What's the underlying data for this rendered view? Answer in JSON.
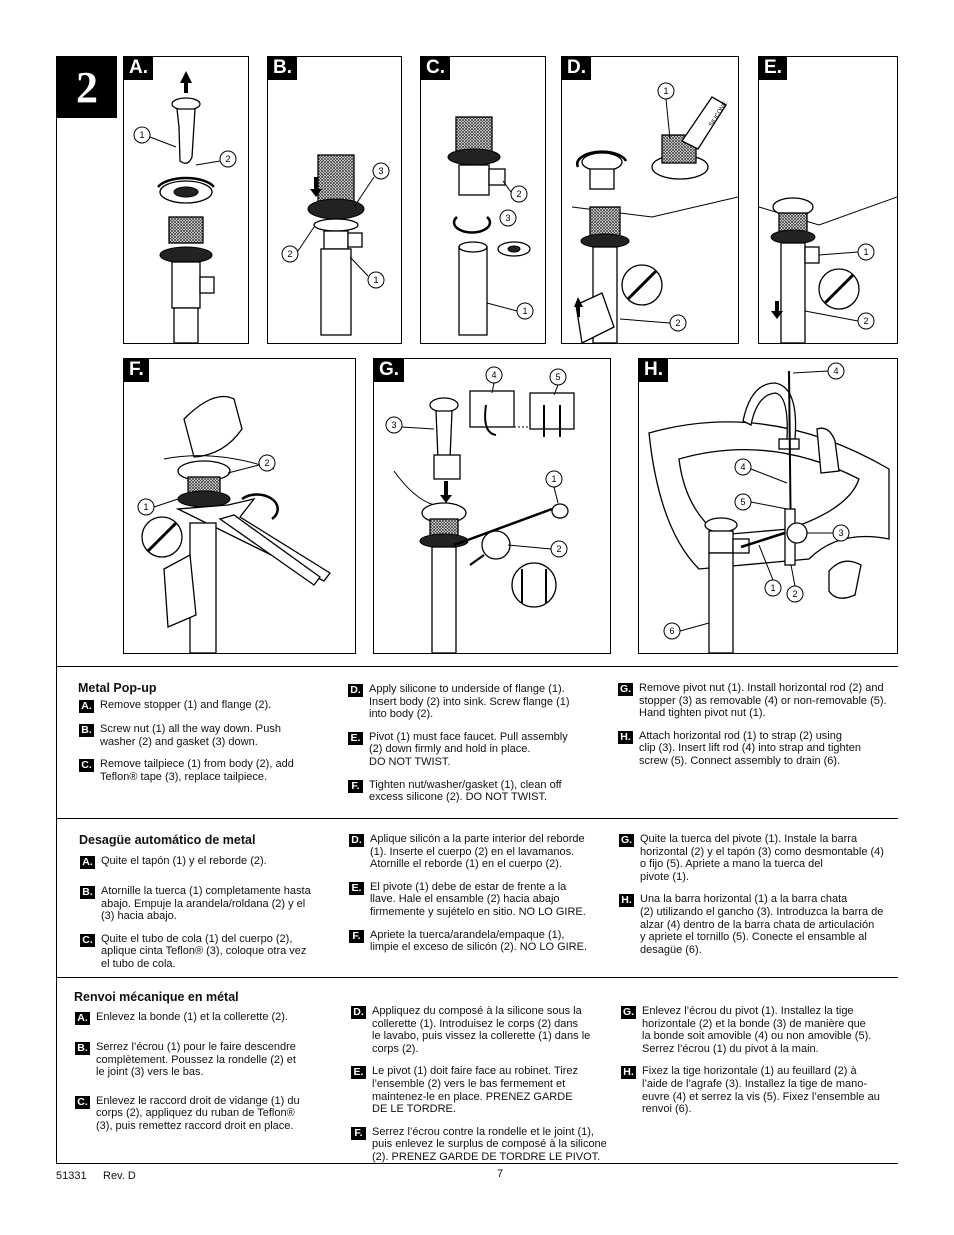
{
  "step_number": "2",
  "panels": [
    {
      "label": "A.",
      "callouts": [
        "1",
        "2"
      ]
    },
    {
      "label": "B.",
      "callouts": [
        "3",
        "2",
        "1"
      ]
    },
    {
      "label": "C.",
      "callouts": [
        "2",
        "3",
        "1"
      ]
    },
    {
      "label": "D.",
      "callouts": [
        "1",
        "2"
      ],
      "tube_text": "SILICONE"
    },
    {
      "label": "E.",
      "callouts": [
        "1",
        "2"
      ]
    },
    {
      "label": "F.",
      "callouts": [
        "2",
        "1"
      ]
    },
    {
      "label": "G.",
      "callouts": [
        "4",
        "5",
        "3",
        "1",
        "2"
      ]
    },
    {
      "label": "H.",
      "callouts": [
        "4",
        "4",
        "5",
        "3",
        "1",
        "2",
        "6"
      ]
    }
  ],
  "sections": [
    {
      "title": "Metal Pop-up",
      "columns": [
        [
          {
            "badge": "A.",
            "text": "Remove stopper (1) and flange (2)."
          },
          {
            "badge": "B.",
            "text": "Screw nut (1) all the way down. Push\nwasher (2) and gasket (3) down."
          },
          {
            "badge": "C.",
            "text": "Remove tailpiece (1) from body (2), add\nTeflon® tape (3), replace tailpiece."
          }
        ],
        [
          {
            "badge": "D.",
            "text": "Apply silicone to underside of flange (1).\nInsert body (2) into sink. Screw flange (1)\ninto body (2)."
          },
          {
            "badge": "E.",
            "text": "Pivot (1) must face faucet. Pull assembly\n(2) down firmly and hold in place.\nDO NOT TWIST."
          },
          {
            "badge": "F.",
            "text": "Tighten nut/washer/gasket (1), clean off\nexcess silicone (2). DO NOT TWIST."
          }
        ],
        [
          {
            "badge": "G.",
            "text": "Remove pivot nut (1). Install horizontal rod (2) and\nstopper (3) as removable (4) or non-removable (5).\nHand tighten pivot nut (1)."
          },
          {
            "badge": "H.",
            "text": "Attach horizontal rod (1) to strap (2) using\nclip (3). Insert lift rod (4) into strap and tighten\nscrew (5). Connect assembly to drain (6)."
          }
        ]
      ]
    },
    {
      "title": "Desagüe automático de metal",
      "columns": [
        [
          {
            "badge": "A.",
            "text": "Quite el tapón (1) y el reborde (2)."
          },
          {
            "badge": "B.",
            "text": "Atornille la tuerca (1) completamente hasta\nabajo. Empuje la arandela/roldana (2) y el\n(3) hacia abajo."
          },
          {
            "badge": "C.",
            "text": "Quite el tubo de cola (1) del cuerpo (2),\naplique cinta Teflon® (3), coloque otra vez\nel tubo de cola."
          }
        ],
        [
          {
            "badge": "D.",
            "text": "Aplique silicón a la parte interior del reborde\n(1). Inserte el cuerpo (2) en el lavamanos.\nAtornille el reborde (1) en el cuerpo (2)."
          },
          {
            "badge": "E.",
            "text": "El pivote (1) debe de estar de frente a la\nllave. Hale el ensamble (2) hacia abajo\nfirmemente y sujételo en sitio. NO LO GIRE."
          },
          {
            "badge": "F.",
            "text": "Apriete la tuerca/arandela/empaque (1),\nlimpie el exceso de silicón (2). NO LO GIRE."
          }
        ],
        [
          {
            "badge": "G.",
            "text": "Quite la tuerca del pivote (1). Instale la barra\nhorizontal (2) y el tapón (3) como desmontable (4)\no fijo (5). Apriete a mano la tuerca del\npivote (1)."
          },
          {
            "badge": "H.",
            "text": "Una la barra horizontal (1) a la barra chata\n(2) utilizando el gancho (3). Introduzca la barra de\nalzar (4) dentro de la barra chata de articulación\ny apriete el tornillo (5). Conecte el ensamble al\ndesagüe (6)."
          }
        ]
      ]
    },
    {
      "title": "Renvoi mécanique en métal",
      "columns": [
        [
          {
            "badge": "A.",
            "text": "Enlevez la bonde (1) et la collerette (2)."
          },
          {
            "badge": "B.",
            "text": "Serrez l’écrou (1) pour le faire descendre\ncomplètement. Poussez la rondelle (2) et\nle joint (3) vers le bas."
          },
          {
            "badge": "C.",
            "text": "Enlevez le raccord droit de vidange (1) du\ncorps (2), appliquez du ruban de Teflon®\n(3), puis remettez raccord droit en place."
          }
        ],
        [
          {
            "badge": "D.",
            "text": "Appliquez du composé à la silicone sous la\ncollerette (1). Introduisez le corps (2) dans\nle lavabo, puis vissez la collerette (1) dans le\ncorps (2)."
          },
          {
            "badge": "E.",
            "text": "Le pivot (1) doit faire face au robinet. Tirez\nl’ensemble (2) vers le bas fermement et\nmaintenez-le en place. PRENEZ GARDE\nDE LE TORDRE."
          },
          {
            "badge": "F.",
            "text": "Serrez l’écrou contre la rondelle et le joint (1),\npuis enlevez le surplus de composé à la silicone\n(2). PRENEZ GARDE DE TORDRE LE PIVOT."
          }
        ],
        [
          {
            "badge": "G.",
            "text": "Enlevez l’écrou du pivot (1). Installez la tige\nhorizontale (2) et la bonde (3) de manière que\nla bonde soit amovible (4) ou non amovible (5).\nSerrez l’écrou (1) du pivot à la main."
          },
          {
            "badge": "H.",
            "text": "Fixez la tige horizontale (1) au feuillard (2) à\nl’aide de l’agrafe (3). Installez la tige de mano-\neuvre (4) et serrez la vis (5). Fixez l’ensemble au\nrenvoi (6)."
          }
        ]
      ]
    }
  ],
  "footer": {
    "doc_number": "51331",
    "revision": "Rev. D",
    "page": "7"
  }
}
